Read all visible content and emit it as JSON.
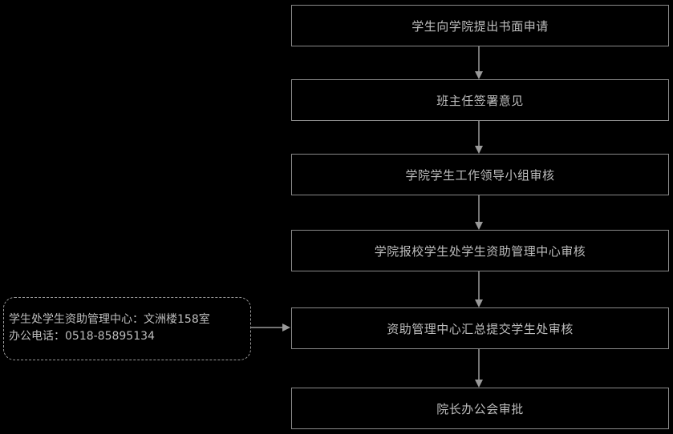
{
  "steps": [
    "学生向学院提出书面申请",
    "班主任签署意见",
    "学院学生工作领导小组审核",
    "学院报校学生处学生资助管理中心审核",
    "资助管理中心汇总提交学生处审核",
    "院长办公会审批"
  ],
  "note": {
    "line1": "学生处学生资助管理中心：文洲楼158室",
    "line2": "办公电话：0518-85895134"
  },
  "colors": {
    "background": "#000000",
    "border": "#8a8a8a",
    "text": "#bdbdbd"
  }
}
